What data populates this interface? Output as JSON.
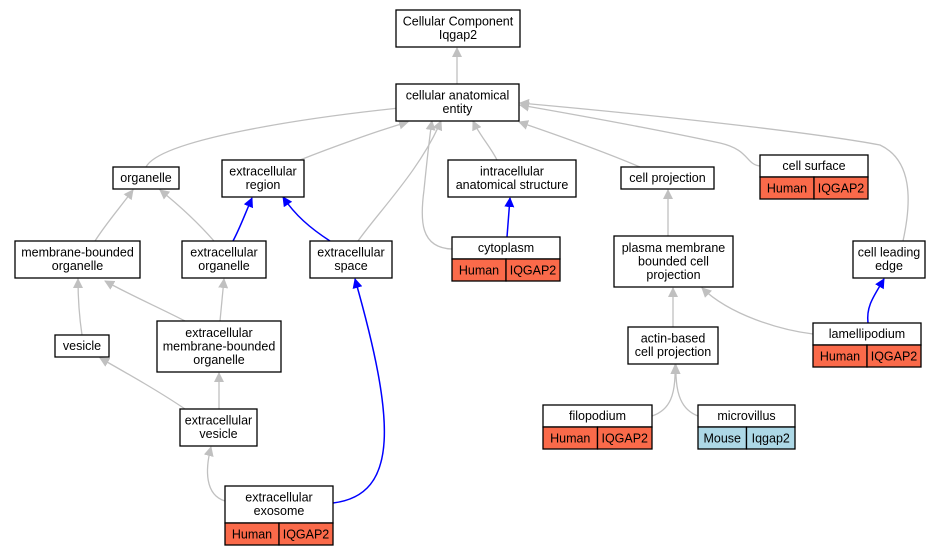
{
  "nodes": [
    {
      "id": "cc",
      "lines": [
        "Cellular Component",
        "Iqgap2"
      ]
    },
    {
      "id": "cae",
      "lines": [
        "cellular anatomical",
        "entity"
      ]
    },
    {
      "id": "organelle",
      "lines": [
        "organelle"
      ]
    },
    {
      "id": "ecregion",
      "lines": [
        "extracellular",
        "region"
      ]
    },
    {
      "id": "ias",
      "lines": [
        "intracellular",
        "anatomical structure"
      ]
    },
    {
      "id": "cellproj",
      "lines": [
        "cell projection"
      ]
    },
    {
      "id": "cellsurface",
      "lines": [
        "cell surface"
      ],
      "badge": {
        "species": "Human",
        "gene": "IQGAP2"
      }
    },
    {
      "id": "mbo",
      "lines": [
        "membrane-bounded",
        "organelle"
      ]
    },
    {
      "id": "ecorg",
      "lines": [
        "extracellular",
        "organelle"
      ]
    },
    {
      "id": "ecspace",
      "lines": [
        "extracellular",
        "space"
      ]
    },
    {
      "id": "cytoplasm",
      "lines": [
        "cytoplasm"
      ],
      "badge": {
        "species": "Human",
        "gene": "IQGAP2"
      }
    },
    {
      "id": "pmbcp",
      "lines": [
        "plasma membrane",
        "bounded cell",
        "projection"
      ]
    },
    {
      "id": "cle",
      "lines": [
        "cell leading",
        "edge"
      ]
    },
    {
      "id": "vesicle",
      "lines": [
        "vesicle"
      ]
    },
    {
      "id": "ecmbo",
      "lines": [
        "extracellular",
        "membrane-bounded",
        "organelle"
      ]
    },
    {
      "id": "abcp",
      "lines": [
        "actin-based",
        "cell projection"
      ]
    },
    {
      "id": "lamellipodium",
      "lines": [
        "lamellipodium"
      ],
      "badge": {
        "species": "Human",
        "gene": "IQGAP2"
      }
    },
    {
      "id": "ecvesicle",
      "lines": [
        "extracellular",
        "vesicle"
      ]
    },
    {
      "id": "filopodium",
      "lines": [
        "filopodium"
      ],
      "badge": {
        "species": "Human",
        "gene": "IQGAP2"
      }
    },
    {
      "id": "microvillus",
      "lines": [
        "microvillus"
      ],
      "badge": {
        "species": "Mouse",
        "gene": "Iqgap2"
      }
    },
    {
      "id": "exosome",
      "lines": [
        "extracellular",
        "exosome"
      ],
      "badge": {
        "species": "Human",
        "gene": "IQGAP2"
      }
    }
  ],
  "edges": [
    {
      "from": "cae",
      "to": "cc",
      "type": "is_a"
    },
    {
      "from": "organelle",
      "to": "cae",
      "type": "is_a"
    },
    {
      "from": "ecregion",
      "to": "cae",
      "type": "is_a"
    },
    {
      "from": "ias",
      "to": "cae",
      "type": "is_a"
    },
    {
      "from": "cellproj",
      "to": "cae",
      "type": "is_a"
    },
    {
      "from": "cellsurface",
      "to": "cae",
      "type": "is_a"
    },
    {
      "from": "ecspace",
      "to": "cae",
      "type": "is_a"
    },
    {
      "from": "cytoplasm",
      "to": "cae",
      "type": "is_a"
    },
    {
      "from": "cle",
      "to": "cae",
      "type": "is_a"
    },
    {
      "from": "mbo",
      "to": "organelle",
      "type": "is_a"
    },
    {
      "from": "ecorg",
      "to": "organelle",
      "type": "is_a"
    },
    {
      "from": "ecorg",
      "to": "ecregion",
      "type": "part_of"
    },
    {
      "from": "ecspace",
      "to": "ecregion",
      "type": "part_of"
    },
    {
      "from": "cytoplasm",
      "to": "ias",
      "type": "part_of"
    },
    {
      "from": "pmbcp",
      "to": "cellproj",
      "type": "is_a"
    },
    {
      "from": "vesicle",
      "to": "mbo",
      "type": "is_a"
    },
    {
      "from": "ecmbo",
      "to": "mbo",
      "type": "is_a"
    },
    {
      "from": "ecmbo",
      "to": "ecorg",
      "type": "is_a"
    },
    {
      "from": "abcp",
      "to": "pmbcp",
      "type": "is_a"
    },
    {
      "from": "lamellipodium",
      "to": "pmbcp",
      "type": "is_a"
    },
    {
      "from": "lamellipodium",
      "to": "cle",
      "type": "part_of"
    },
    {
      "from": "ecvesicle",
      "to": "vesicle",
      "type": "is_a"
    },
    {
      "from": "ecvesicle",
      "to": "ecmbo",
      "type": "is_a"
    },
    {
      "from": "filopodium",
      "to": "abcp",
      "type": "is_a"
    },
    {
      "from": "microvillus",
      "to": "abcp",
      "type": "is_a"
    },
    {
      "from": "exosome",
      "to": "ecvesicle",
      "type": "is_a"
    },
    {
      "from": "exosome",
      "to": "ecspace",
      "type": "part_of"
    }
  ],
  "colors": {
    "human_badge": "#fa6a4a",
    "mouse_badge": "#add8e6",
    "is_a_edge": "#c0c0c0",
    "part_of_edge": "#0000ff",
    "arrow_gray": "#c0c0c0",
    "arrow_blue": "#0000ff"
  }
}
